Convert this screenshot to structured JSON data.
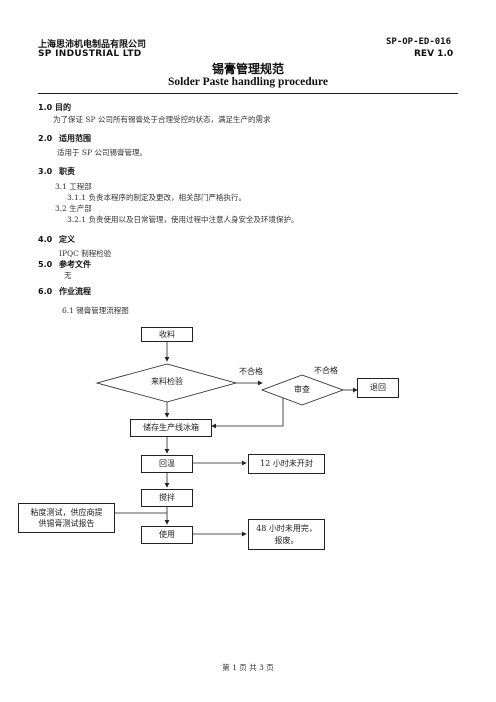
{
  "header": {
    "company_cn": "上海思沛机电制品有限公司",
    "company_en": "SP INDUSTRIAL LTD",
    "doc_no": "SP-OP-ED-016",
    "rev": "REV 1.0"
  },
  "title": {
    "cn": "锡膏管理规范",
    "en": "Solder Paste handling procedure"
  },
  "sections": {
    "s1": {
      "num": "1.0",
      "title": "目的",
      "body": "为了保证 SP 公司所有锡膏处于合理受控的状态，满足生产的需求"
    },
    "s2": {
      "num": "2.0",
      "title": "适用范围",
      "body": "适用于 SP 公司锡膏管理。"
    },
    "s3": {
      "num": "3.0",
      "title": "职责",
      "sub1": "3.1 工程部",
      "sub1_1": "3.1.1 负责本程序的制定及更改，相关部门严格执行。",
      "sub2": "3.2 生产部",
      "sub2_1": "3.2.1 负责使用以及日常管理，使用过程中注意人身安全及环境保护。"
    },
    "s4": {
      "num": "4.0",
      "title": "定义",
      "body": "IPQC 制程检验"
    },
    "s5": {
      "num": "5.0",
      "title": "参考文件",
      "body": "无"
    },
    "s6": {
      "num": "6.0",
      "title": "作业流程",
      "sub1": "6.1 锡膏管理流程图"
    }
  },
  "flowchart": {
    "receive": "收料",
    "incoming_inspection": "来料检验",
    "reject_label_1": "不合格",
    "review": "审查",
    "reject_label_2": "不合格",
    "return": "退回",
    "store": "储存生产线冰箱",
    "thaw": "回温",
    "not_opened": "12 小时未开封",
    "stir": "搅拌",
    "use": "使用",
    "scrap": "48 小时未用完，报废。",
    "viscosity": "粘度测试，供应商提供锡膏测试报告"
  },
  "footer": {
    "page": "第 1 页 共 3 页"
  }
}
